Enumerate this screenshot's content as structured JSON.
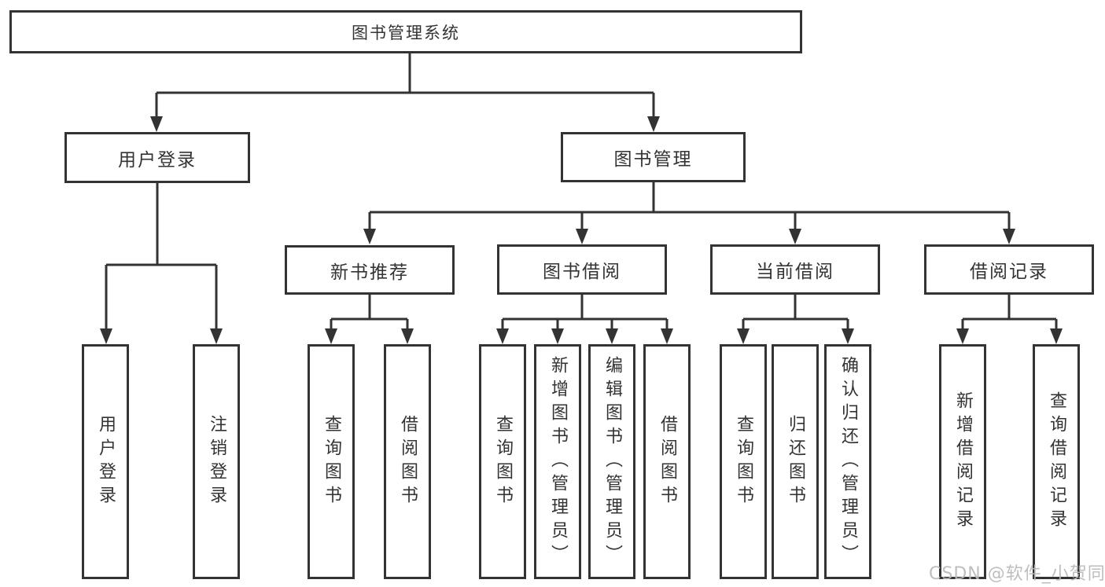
{
  "colors": {
    "line": "#333333",
    "text": "#333333",
    "background": "#ffffff",
    "watermark": "#b9b9b9"
  },
  "tree": {
    "root": "图书管理系统",
    "user_login": {
      "label": "用户登录",
      "children": [
        "用户登录",
        "注销登录"
      ]
    },
    "book_mgmt": {
      "label": "图书管理",
      "sections": [
        {
          "label": "新书推荐",
          "children": [
            "查询图书",
            "借阅图书"
          ]
        },
        {
          "label": "图书借阅",
          "children": [
            "查询图书",
            "新增图书（管理员）",
            "编辑图书（管理员）",
            "借阅图书"
          ]
        },
        {
          "label": "当前借阅",
          "children": [
            "查询图书",
            "归还图书",
            "确认归还（管理员）"
          ]
        },
        {
          "label": "借阅记录",
          "children": [
            "新增借阅记录",
            "查询借阅记录"
          ]
        }
      ]
    }
  },
  "watermark": {
    "text": "CSDN @软件_小贺同学"
  }
}
